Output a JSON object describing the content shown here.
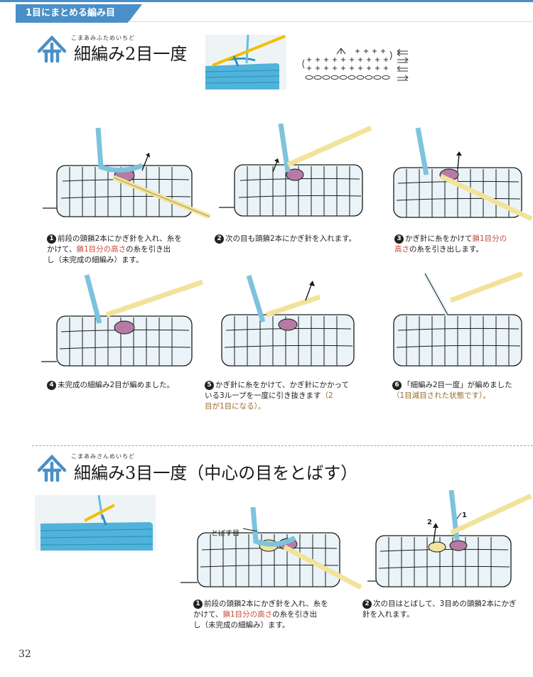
{
  "header": {
    "tab_label": "1目にまとめる編み目"
  },
  "section1": {
    "ruby": "こまあみふためいちど",
    "title": "細編み2目一度",
    "steps": [
      {
        "num": "1",
        "a": "前段の頭鎖2本にかぎ針を入れ、糸を",
        "b": "かけて、",
        "red": "鎖1目分の高さ",
        "c": "の糸を引き出",
        "d": "し（未完成の細編み）ます。"
      },
      {
        "num": "2",
        "a": "次の目も頭鎖2本にかぎ針を入れます。"
      },
      {
        "num": "3",
        "a": "かぎ針に糸をかけて",
        "red1": "鎖1目分の",
        "red2": "高さ",
        "c": "の糸を引き出します。"
      },
      {
        "num": "4",
        "a": "未完成の細編み2目が編めました。"
      },
      {
        "num": "5",
        "a": "かぎ針に糸をかけて、かぎ針にかかって",
        "b": "いる3ループを一度に引き抜きます",
        "brown1": "（2",
        "brown2": "目が1目になる）。"
      },
      {
        "num": "6",
        "a": "「細編み2目一度」が編めました",
        "brown": "（1目減目された状態です）。"
      }
    ]
  },
  "section2": {
    "ruby": "こまあみさんめいちど",
    "title": "細編み3目一度（中心の目をとばす）",
    "skip_label": "とばす目",
    "arrow_label_1": "1",
    "arrow_label_2": "2",
    "steps": [
      {
        "num": "1",
        "a": "前段の頭鎖2本にかぎ針を入れ、糸を",
        "b": "かけて、",
        "red": "鎖1目分の高さ",
        "c": "の糸を引き出",
        "d": "し（未完成の細編み）ます。"
      },
      {
        "num": "2",
        "a": "次の目はとばして、3目めの頭鎖2本にかぎ",
        "b": "針を入れます。"
      }
    ]
  },
  "page_number": "32",
  "colors": {
    "accent": "#4a8fc7",
    "yarn": "#7ec3dd",
    "yarn_light": "#eaf4f8",
    "hook": "#f2e39a",
    "loop": "#b57aa6",
    "note_red": "#c64a3a"
  },
  "icons": [
    "stitch-symbol-icon",
    "chart-symbol-icon",
    "arrow-icon"
  ]
}
